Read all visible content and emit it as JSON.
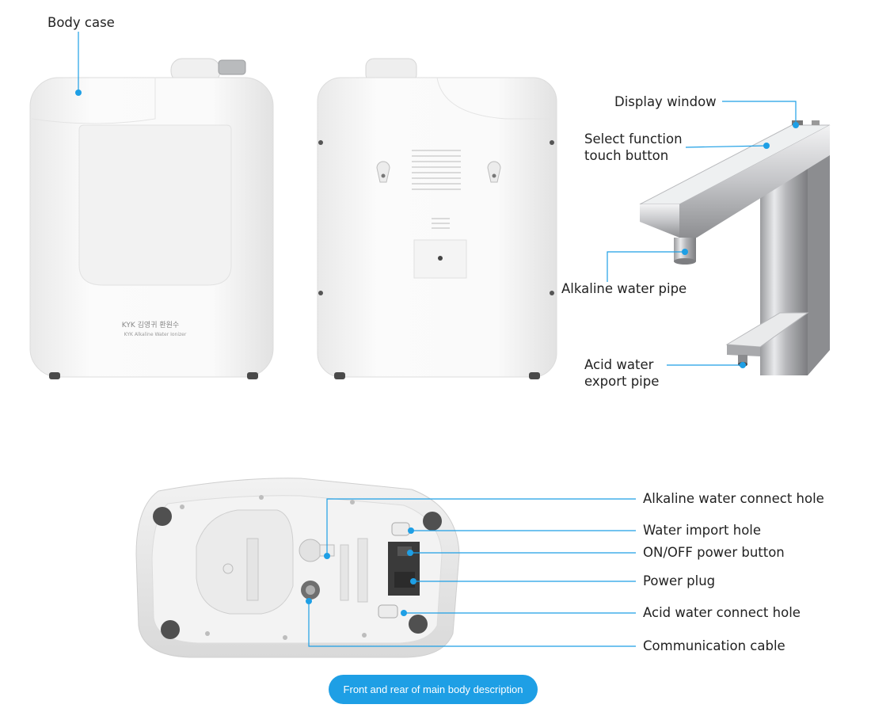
{
  "labels": {
    "body_case": "Body case",
    "display_window": "Display window",
    "select_function": "Select function\ntouch button",
    "alkaline_pipe": "Alkaline water pipe",
    "acid_export": "Acid water\nexport pipe",
    "alkaline_connect": "Alkaline water connect hole",
    "water_import": "Water import hole",
    "onoff_button": "ON/OFF power button",
    "power_plug": "Power plug",
    "acid_connect": "Acid water connect hole",
    "communication_cable": "Communication cable"
  },
  "device_print": {
    "brand_line": "KYK 김영귀 환원수",
    "model_line": "KYK Alkaline Water Ionizer"
  },
  "caption": "Front and rear of main body description",
  "colors": {
    "accent": "#1e9fe5",
    "body_white": "#f4f4f4",
    "chrome": "#c8c9cb"
  }
}
